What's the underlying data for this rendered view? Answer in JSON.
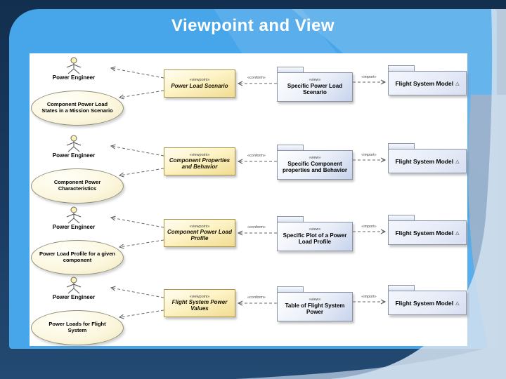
{
  "slide": {
    "title": "Viewpoint and View",
    "colors": {
      "background_navy": "#1a3b61",
      "slide_blue": "#47a5e9",
      "highlight_blue": "#7cc2f0",
      "swoosh_gray_blue": "#9db2cb",
      "swoosh_light": "#cfdfee",
      "canvas_white": "#ffffff",
      "viewpoint_fill": "#fdf3c5",
      "view_fill": "#dbe3f4"
    }
  },
  "diagram": {
    "stereotype_viewpoint": "«viewpoint»",
    "stereotype_view": "«view»",
    "label_conform": "«conform»",
    "label_import": "«import»",
    "model_icon": "△",
    "rows": [
      {
        "actor": "Power Engineer",
        "concern": "Component Power Load States in a Mission Scenario",
        "viewpoint": "Power Load Scenario",
        "view": "Specific Power Load Scenario",
        "model": "Flight System Model"
      },
      {
        "actor": "Power Engineer",
        "concern": "Component Power Characteristics",
        "viewpoint": "Component Properties and Behavior",
        "view": "Specific Component properties and Behavior",
        "model": "Flight System Model"
      },
      {
        "actor": "Power Engineer",
        "concern": "Power Load Profile for a given component",
        "viewpoint": "Component Power Load Profile",
        "view": "Specific Plot of a Power Load Profile",
        "model": "Flight System Model"
      },
      {
        "actor": "Power Engineer",
        "concern": "Power Loads for Flight System",
        "viewpoint": "Flight System Power Values",
        "view": "Table of Flight System Power",
        "model": "Flight System Model"
      }
    ]
  }
}
